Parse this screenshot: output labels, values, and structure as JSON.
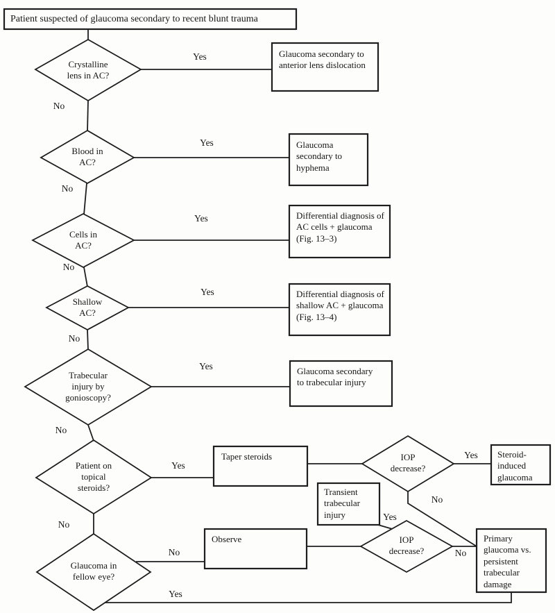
{
  "page": {
    "ink": "#1e1e1e",
    "background": "#fdfdfb"
  },
  "start": {
    "label": "Patient suspected of glaucoma secondary to recent blunt trauma"
  },
  "decisions": {
    "crystalline_lens": {
      "question": "Crystalline lens in AC?",
      "yes": "Yes",
      "no": "No"
    },
    "blood_in_ac": {
      "question": "Blood in AC?",
      "yes": "Yes",
      "no": "No"
    },
    "cells_in_ac": {
      "question": "Cells in AC?",
      "yes": "Yes",
      "no": "No"
    },
    "shallow_ac": {
      "question": "Shallow AC?",
      "yes": "Yes",
      "no": "No"
    },
    "trabecular_injury": {
      "question": "Trabecular injury by gonioscopy?",
      "yes": "Yes",
      "no": "No"
    },
    "topical_steroids": {
      "question": "Patient on topical steroids?",
      "yes": "Yes",
      "no": "No"
    },
    "iop_decrease_1": {
      "question": "IOP decrease?",
      "yes": "Yes",
      "no": "No"
    },
    "iop_decrease_2": {
      "question": "IOP decrease?",
      "yes": "Yes",
      "no": "No"
    },
    "fellow_eye": {
      "question": "Glaucoma in fellow eye?",
      "yes": "Yes",
      "no": "No"
    }
  },
  "outcomes": {
    "lens_dislocation": "Glaucoma secondary to anterior lens dislocation",
    "hyphema": "Glaucoma secondary to hyphema",
    "ac_cells_dd": "Differential diagnosis of AC cells + glaucoma (Fig. 13–3)",
    "shallow_ac_dd": "Differential diagnosis of shallow AC + glaucoma (Fig. 13–4)",
    "trabecular": "Glaucoma secondary to trabecular injury",
    "taper_steroids": "Taper steroids",
    "steroid_induced": "Steroid-induced glaucoma",
    "transient_injury": "Transient trabecular injury",
    "observe": "Observe",
    "primary_vs_persistent": "Primary glaucoma vs. persistent trabecular damage"
  }
}
